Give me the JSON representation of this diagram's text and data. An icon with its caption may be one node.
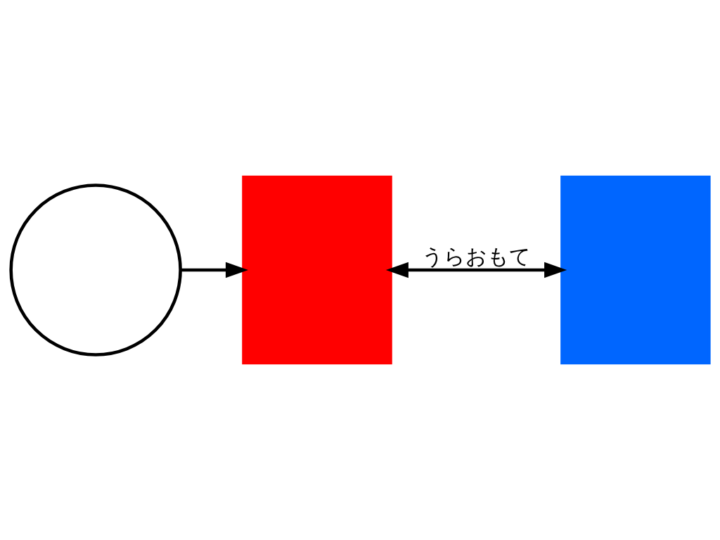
{
  "diagram": {
    "nodes": [
      {
        "text": [],
        "shape": "circle"
      },
      {
        "text": [],
        "shape": "box"
      },
      {
        "text": [],
        "shape": "box"
      }
    ],
    "edges": [
      {
        "from": 0,
        "to": 1,
        "arrow": "to"
      },
      {
        "from": 1,
        "to": 2,
        "arrow": "both",
        "label": "うらおもて"
      }
    ]
  }
}
